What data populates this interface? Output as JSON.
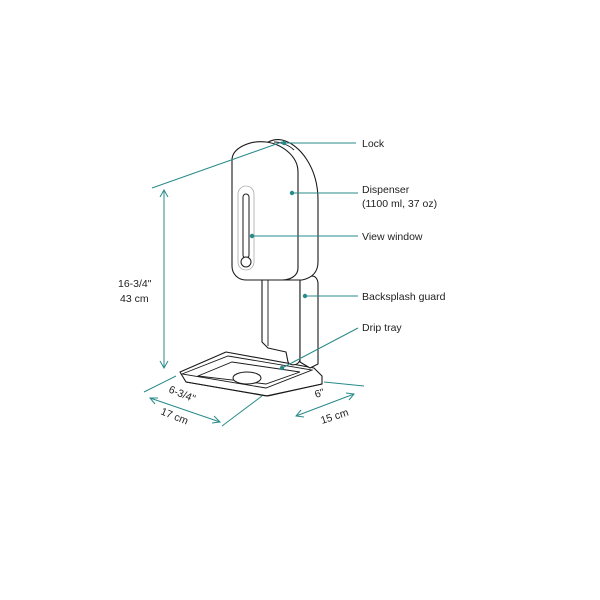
{
  "colors": {
    "leader": "#2a8a8a",
    "dot": "#2a8a8a",
    "outline": "#1a1a1a",
    "text": "#222222"
  },
  "callouts": {
    "lock": "Lock",
    "dispenser_line1": "Dispenser",
    "dispenser_line2": "(1100 ml, 37 oz)",
    "view_window": "View window",
    "backsplash_guard": "Backsplash guard",
    "drip_tray": "Drip tray"
  },
  "dimensions": {
    "height_imperial": "16-3/4\"",
    "height_metric": "43 cm",
    "depth_imperial": "6-3/4\"",
    "depth_metric": "17 cm",
    "width_imperial": "6\"",
    "width_metric": "15 cm"
  }
}
